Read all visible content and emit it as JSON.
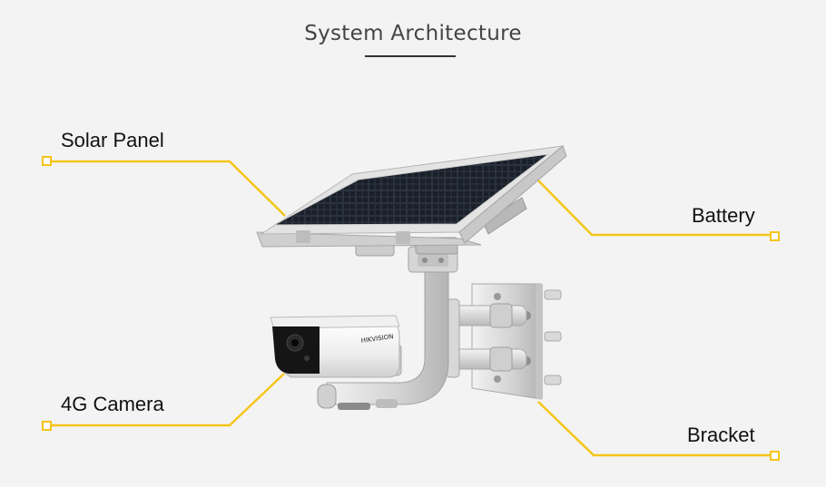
{
  "header": {
    "title": "System Architecture"
  },
  "components": {
    "solar_panel": "Solar Panel",
    "battery": "Battery",
    "camera": "4G Camera",
    "bracket": "Bracket"
  },
  "camera_brand": "HIKVISION",
  "colors": {
    "accent": "#f5c518",
    "background": "#f3f3f3",
    "title_text": "#444444",
    "label_text": "#111111"
  }
}
